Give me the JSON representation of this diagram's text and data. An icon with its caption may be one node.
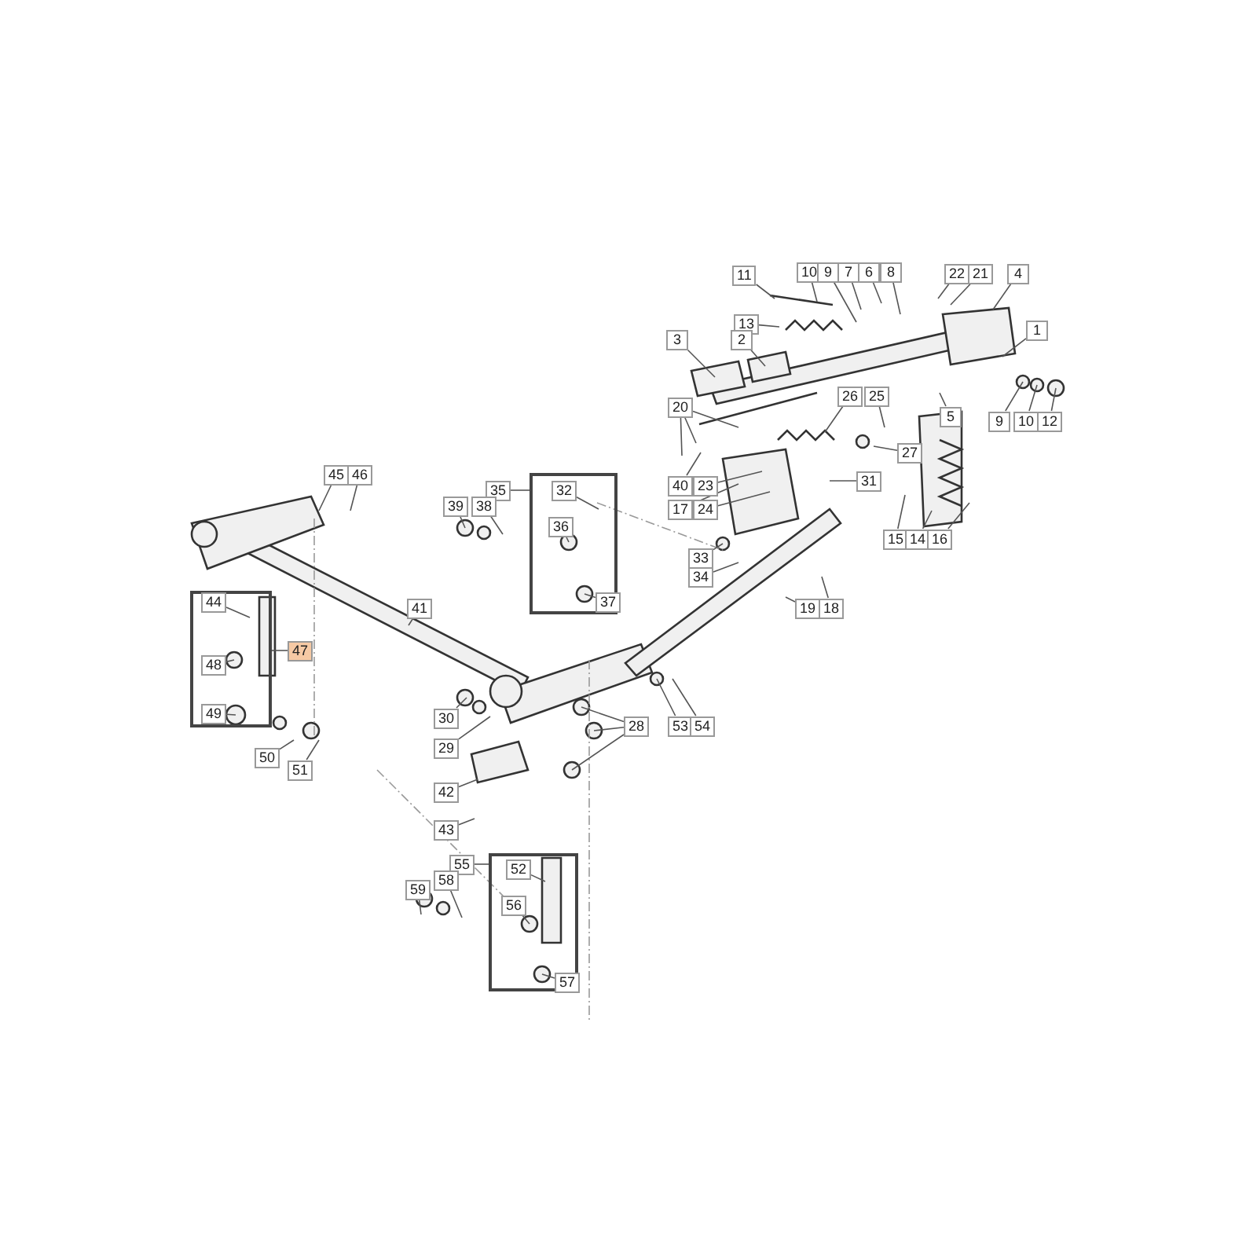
{
  "diagram": {
    "nodes": [
      {
        "text": [
          "11"
        ]
      },
      {
        "text": [
          "10"
        ]
      },
      {
        "text": [
          "9"
        ]
      },
      {
        "text": [
          "7"
        ]
      },
      {
        "text": [
          "6"
        ]
      },
      {
        "text": [
          "8"
        ]
      },
      {
        "text": [
          "22"
        ]
      },
      {
        "text": [
          "21"
        ]
      },
      {
        "text": [
          "4"
        ]
      },
      {
        "text": [
          "13"
        ]
      },
      {
        "text": [
          "3"
        ]
      },
      {
        "text": [
          "2"
        ]
      },
      {
        "text": [
          "1"
        ]
      },
      {
        "text": [
          "9"
        ]
      },
      {
        "text": [
          "10"
        ]
      },
      {
        "text": [
          "12"
        ]
      },
      {
        "text": [
          "20"
        ]
      },
      {
        "text": [
          "26"
        ]
      },
      {
        "text": [
          "25"
        ]
      },
      {
        "text": [
          "27"
        ]
      },
      {
        "text": [
          "5"
        ]
      },
      {
        "text": [
          "40"
        ]
      },
      {
        "text": [
          "23"
        ]
      },
      {
        "text": [
          "17"
        ]
      },
      {
        "text": [
          "24"
        ]
      },
      {
        "text": [
          "31"
        ]
      },
      {
        "text": [
          "15"
        ]
      },
      {
        "text": [
          "14"
        ]
      },
      {
        "text": [
          "16"
        ]
      },
      {
        "text": [
          "33"
        ]
      },
      {
        "text": [
          "34"
        ]
      },
      {
        "text": [
          "19"
        ]
      },
      {
        "text": [
          "18"
        ]
      },
      {
        "text": [
          "45"
        ]
      },
      {
        "text": [
          "46"
        ]
      },
      {
        "text": [],
        "shape": "box"
      },
      {
        "text": [
          "35"
        ]
      },
      {
        "text": [
          "32"
        ],
        "in": 35
      },
      {
        "text": [
          "36"
        ],
        "in": 35
      },
      {
        "text": [
          "37"
        ],
        "in": 35
      },
      {
        "text": [
          "39"
        ]
      },
      {
        "text": [
          "38"
        ]
      },
      {
        "text": [],
        "shape": "box"
      },
      {
        "text": [
          "44"
        ],
        "in": 42
      },
      {
        "text": [
          "47"
        ]
      },
      {
        "text": [
          "48"
        ],
        "in": 42
      },
      {
        "text": [
          "49"
        ],
        "in": 42
      },
      {
        "text": [
          "41"
        ]
      },
      {
        "text": [
          "50"
        ]
      },
      {
        "text": [
          "51"
        ]
      },
      {
        "text": [
          "30"
        ]
      },
      {
        "text": [
          "29"
        ]
      },
      {
        "text": [
          "42"
        ]
      },
      {
        "text": [
          "43"
        ]
      },
      {
        "text": [
          "28"
        ]
      },
      {
        "text": [
          "53"
        ]
      },
      {
        "text": [
          "54"
        ]
      },
      {
        "text": [],
        "shape": "box"
      },
      {
        "text": [
          "55"
        ]
      },
      {
        "text": [
          "52"
        ],
        "in": 57
      },
      {
        "text": [
          "56"
        ],
        "in": 57
      },
      {
        "text": [
          "57"
        ],
        "in": 57
      },
      {
        "text": [
          "59"
        ]
      },
      {
        "text": [
          "58"
        ]
      }
    ],
    "edges": [
      {
        "from": 0,
        "to": null,
        "arrow": "none"
      },
      {
        "from": 1,
        "to": null,
        "arrow": "none"
      },
      {
        "from": 2,
        "to": null,
        "arrow": "none"
      },
      {
        "from": 3,
        "to": null,
        "arrow": "none"
      },
      {
        "from": 4,
        "to": null,
        "arrow": "none"
      },
      {
        "from": 5,
        "to": null,
        "arrow": "none"
      },
      {
        "from": 6,
        "to": null,
        "arrow": "none"
      },
      {
        "from": 7,
        "to": null,
        "arrow": "none"
      },
      {
        "from": 8,
        "to": null,
        "arrow": "none"
      },
      {
        "from": 9,
        "to": null,
        "arrow": "none"
      },
      {
        "from": 10,
        "to": null,
        "arrow": "none"
      },
      {
        "from": 11,
        "to": null,
        "arrow": "none"
      },
      {
        "from": 12,
        "to": null,
        "arrow": "none"
      },
      {
        "from": 13,
        "to": null,
        "arrow": "none"
      },
      {
        "from": 14,
        "to": null,
        "arrow": "none"
      },
      {
        "from": 15,
        "to": null,
        "arrow": "none"
      },
      {
        "from": 16,
        "to": null,
        "arrow": "none"
      },
      {
        "from": 16,
        "to": null,
        "arrow": "none"
      },
      {
        "from": 16,
        "to": null,
        "arrow": "none"
      },
      {
        "from": 17,
        "to": null,
        "arrow": "none"
      },
      {
        "from": 18,
        "to": null,
        "arrow": "none"
      },
      {
        "from": 19,
        "to": null,
        "arrow": "none"
      },
      {
        "from": 20,
        "to": null,
        "arrow": "none"
      },
      {
        "from": 21,
        "to": null,
        "arrow": "none"
      },
      {
        "from": 22,
        "to": null,
        "arrow": "none"
      },
      {
        "from": 23,
        "to": null,
        "arrow": "none"
      },
      {
        "from": 24,
        "to": null,
        "arrow": "none"
      },
      {
        "from": 25,
        "to": null,
        "arrow": "none"
      },
      {
        "from": 26,
        "to": null,
        "arrow": "none"
      },
      {
        "from": 27,
        "to": null,
        "arrow": "none"
      },
      {
        "from": 28,
        "to": null,
        "arrow": "none"
      },
      {
        "from": 29,
        "to": null,
        "arrow": "none"
      },
      {
        "from": 30,
        "to": null,
        "arrow": "none"
      },
      {
        "from": 31,
        "to": null,
        "arrow": "none"
      },
      {
        "from": 32,
        "to": null,
        "arrow": "none"
      },
      {
        "from": 33,
        "to": null,
        "arrow": "none"
      },
      {
        "from": 34,
        "to": null,
        "arrow": "none"
      },
      {
        "from": 36,
        "to": 35,
        "arrow": "none"
      },
      {
        "from": 37,
        "to": null,
        "arrow": "none"
      },
      {
        "from": 38,
        "to": null,
        "arrow": "none"
      },
      {
        "from": 39,
        "to": null,
        "arrow": "none"
      },
      {
        "from": 40,
        "to": null,
        "arrow": "none"
      },
      {
        "from": 41,
        "to": null,
        "arrow": "none"
      },
      {
        "from": 43,
        "to": null,
        "arrow": "none"
      },
      {
        "from": 44,
        "to": 42,
        "arrow": "none"
      },
      {
        "from": 45,
        "to": null,
        "arrow": "none"
      },
      {
        "from": 46,
        "to": null,
        "arrow": "none"
      },
      {
        "from": 47,
        "to": null,
        "arrow": "none"
      },
      {
        "from": 48,
        "to": null,
        "arrow": "none"
      },
      {
        "from": 49,
        "to": null,
        "arrow": "none"
      },
      {
        "from": 50,
        "to": null,
        "arrow": "none"
      },
      {
        "from": 51,
        "to": null,
        "arrow": "none"
      },
      {
        "from": 52,
        "to": null,
        "arrow": "none"
      },
      {
        "from": 53,
        "to": null,
        "arrow": "none"
      },
      {
        "from": 54,
        "to": null,
        "arrow": "none"
      },
      {
        "from": 54,
        "to": null,
        "arrow": "none"
      },
      {
        "from": 54,
        "to": null,
        "arrow": "none"
      },
      {
        "from": 55,
        "to": null,
        "arrow": "none"
      },
      {
        "from": 56,
        "to": null,
        "arrow": "none"
      },
      {
        "from": 58,
        "to": 57,
        "arrow": "none"
      },
      {
        "from": 59,
        "to": null,
        "arrow": "none"
      },
      {
        "from": 60,
        "to": null,
        "arrow": "none"
      },
      {
        "from": 61,
        "to": null,
        "arrow": "none"
      },
      {
        "from": 62,
        "to": null,
        "arrow": "none"
      },
      {
        "from": 63,
        "to": null,
        "arrow": "none"
      }
    ]
  }
}
